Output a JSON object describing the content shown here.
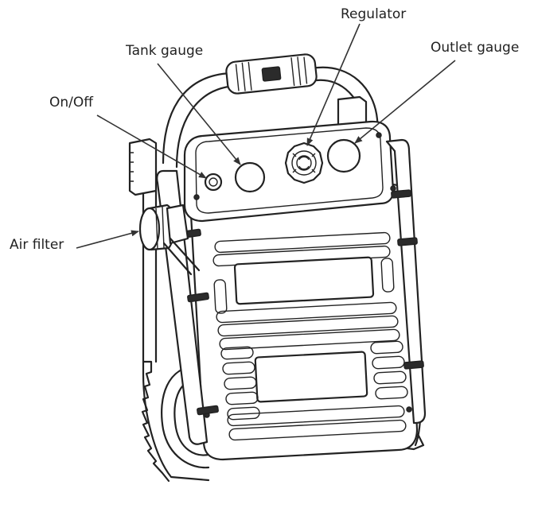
{
  "labels": {
    "regulator": "Regulator",
    "outlet_gauge": "Outlet gauge",
    "tank_gauge": "Tank gauge",
    "on_off": "On/Off",
    "air_filter": "Air filter"
  }
}
